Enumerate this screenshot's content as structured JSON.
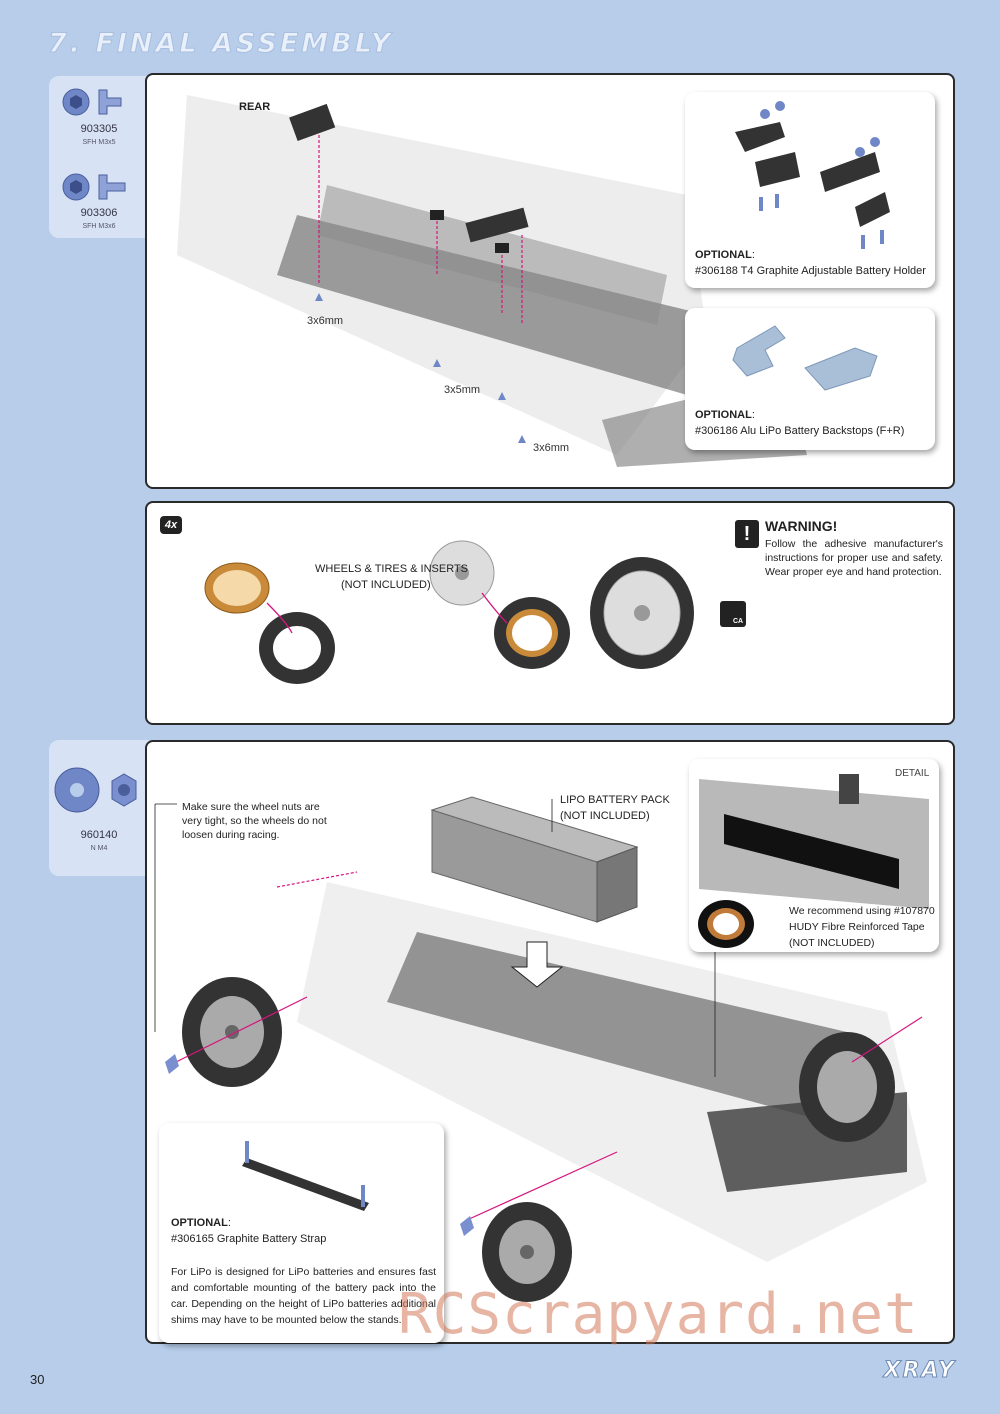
{
  "header": {
    "title": "7. FINAL ASSEMBLY"
  },
  "parts_top": [
    {
      "code": "903305",
      "desc": "SFH M3x5"
    },
    {
      "code": "903306",
      "desc": "SFH M3x6"
    }
  ],
  "parts_bottom": [
    {
      "code": "960140",
      "desc": "N M4"
    }
  ],
  "panel1": {
    "rear_label": "REAR",
    "screw_labels": [
      "3x6mm",
      "3x5mm",
      "3x6mm"
    ],
    "optional1": {
      "label": "OPTIONAL",
      "colon": ":",
      "text": "#306188 T4 Graphite Adjustable Battery Holder"
    },
    "optional2": {
      "label": "OPTIONAL",
      "colon": ":",
      "text": "#306186 Alu LiPo Battery Backstops (F+R)"
    }
  },
  "panel2": {
    "qty": "4x",
    "wheels_label_1": "WHEELS & TIRES & INSERTS",
    "wheels_label_2": "(NOT INCLUDED)",
    "warning_title": "WARNING!",
    "warning_text": "Follow the adhesive manufacturer's instructions for proper use and safety. Wear proper eye and hand protection.",
    "ca_label": "CA"
  },
  "panel3": {
    "nut_note": "Make sure the wheel nuts are very tight, so the wheels do not loosen during racing.",
    "battery_label_1": "LIPO BATTERY PACK",
    "battery_label_2": "(NOT INCLUDED)",
    "detail_label": "DETAIL",
    "tape_text_1": "We recommend using #107870",
    "tape_text_2": "HUDY Fibre Reinforced Tape",
    "tape_text_3": "(NOT INCLUDED)",
    "optional3": {
      "label": "OPTIONAL",
      "colon": ":",
      "text": "#306165 Graphite Battery Strap",
      "desc": "For LiPo is designed for LiPo batteries and ensures fast and comfortable mounting of the battery pack into the car. Depending on the height of LiPo batteries additional shims may have to be mounted below the stands."
    }
  },
  "footer": {
    "page_number": "30",
    "brand": "XRAY",
    "watermark": "RCScrapyard.net"
  },
  "colors": {
    "background": "#b7cdea",
    "sidetab": "#d7e3f4",
    "accent_arrow": "#d6157d",
    "part_blue": "#7a8fcf",
    "tire": "#333333",
    "insert": "#c98a3a"
  }
}
